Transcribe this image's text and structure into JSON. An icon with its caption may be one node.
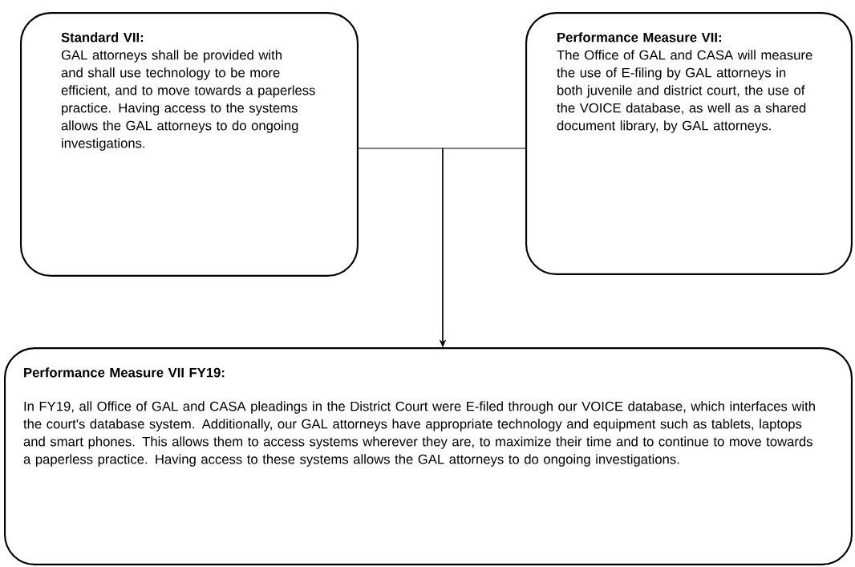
{
  "diagram": {
    "nodes": [
      {
        "text": [
          "Standard VII:",
          "GAL attorneys shall be provided with and shall use technology to be more efficient, and to move towards a paperless practice. Having access to the systems allows the GAL attorneys to do ongoing investigations."
        ]
      },
      {
        "text": [
          "Performance Measure VII:",
          "The Office of GAL and CASA will measure the use of E-filing by GAL attorneys in both juvenile and district court, the use of the VOICE database, as well as a shared document library, by GAL attorneys."
        ]
      },
      {
        "text": [
          "Performance Measure VII FY19:",
          "In FY19, all Office of GAL and CASA pleadings in the District Court were E-filed through our VOICE database, which interfaces with the court's database system. Additionally, our GAL attorneys have appropriate technology and equipment such as tablets, laptops and smart phones. This allows them to access systems wherever they are, to maximize their time and to continue to move towards a paperless practice. Having access to these systems allows the GAL attorneys to do ongoing investigations."
        ]
      }
    ],
    "edges": [
      {
        "from": 0,
        "to": 2,
        "arrow": "to"
      },
      {
        "from": 1,
        "to": 2,
        "arrow": "to"
      }
    ]
  }
}
